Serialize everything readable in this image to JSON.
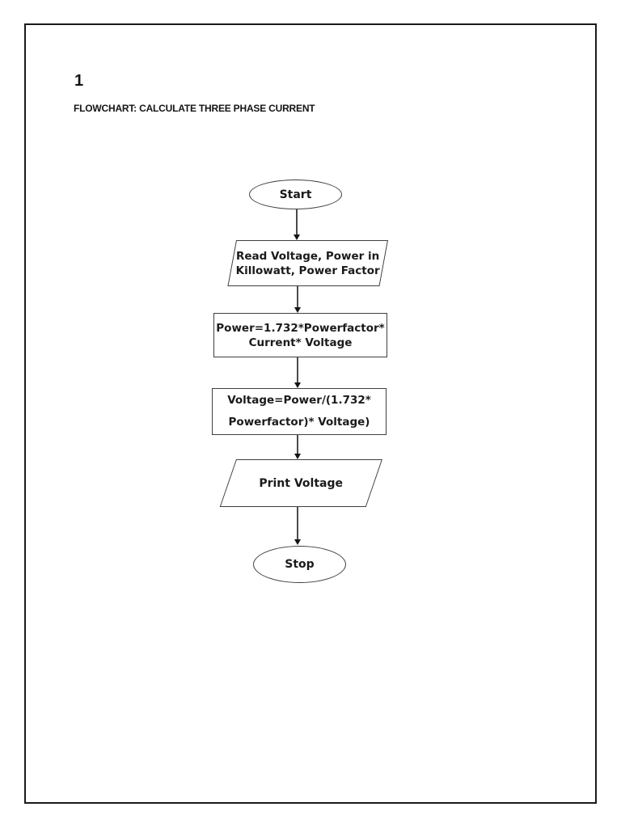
{
  "page": {
    "number": "1",
    "title": "FLOWCHART: CALCULATE THREE PHASE CURRENT"
  },
  "flowchart": {
    "nodes": {
      "start": {
        "type": "terminator",
        "label": "Start"
      },
      "input": {
        "type": "input-output",
        "line1": "Read Voltage, Power in",
        "line2": "Killowatt, Power Factor"
      },
      "process1": {
        "type": "process",
        "line1": "Power=1.732*Powerfactor*",
        "line2": "Current* Voltage"
      },
      "process2": {
        "type": "process",
        "line1": "Voltage=Power/(1.732*",
        "line2": "Powerfactor)* Voltage)"
      },
      "output": {
        "type": "input-output",
        "line1": "Print Voltage"
      },
      "stop": {
        "type": "terminator",
        "label": "Stop"
      }
    },
    "colors": {
      "background": "#ffffff",
      "page_border": "#1a1a1a",
      "shape_border": "#3f3f3f",
      "text": "#1b1b1b",
      "arrow": "#4a4a4a"
    }
  }
}
